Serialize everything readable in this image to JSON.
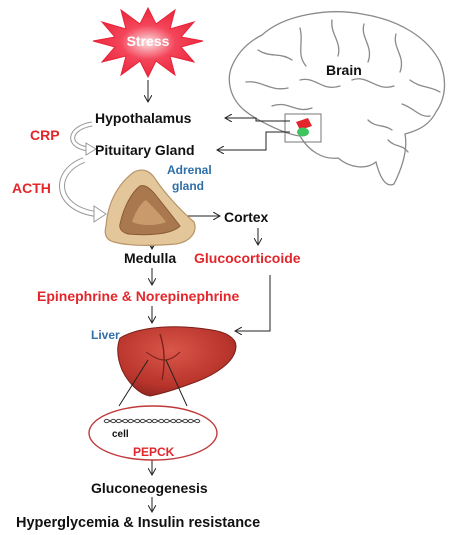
{
  "labels": {
    "stress": "Stress",
    "brain": "Brain",
    "hypothalamus": "Hypothalamus",
    "crp": "CRP",
    "pituitary": "Pituitary Gland",
    "acth": "ACTH",
    "adrenal_line1": "Adrenal",
    "adrenal_line2": "gland",
    "cortex": "Cortex",
    "medulla": "Medulla",
    "glucocorticoide": "Glucocorticoide",
    "epinephrine": "Epinephrine & Norepinephrine",
    "liver": "Liver",
    "cell": "cell",
    "pepck": "PEPCK",
    "gluconeogenesis": "Gluconeogenesis",
    "outcome": "Hyperglycemia & Insulin resistance"
  },
  "colors": {
    "stress_fill": "#f4455a",
    "red_text": "#e3262b",
    "blue_text": "#2f6ea8",
    "black_text": "#111111",
    "adrenal_outer": "#e3c79a",
    "adrenal_inner": "#a9784e",
    "liver_fill": "#b9352c",
    "cell_outline": "#c0393b"
  },
  "icons": [
    "stress-starburst",
    "brain-outline",
    "adrenal-gland",
    "liver",
    "dna-strand"
  ]
}
